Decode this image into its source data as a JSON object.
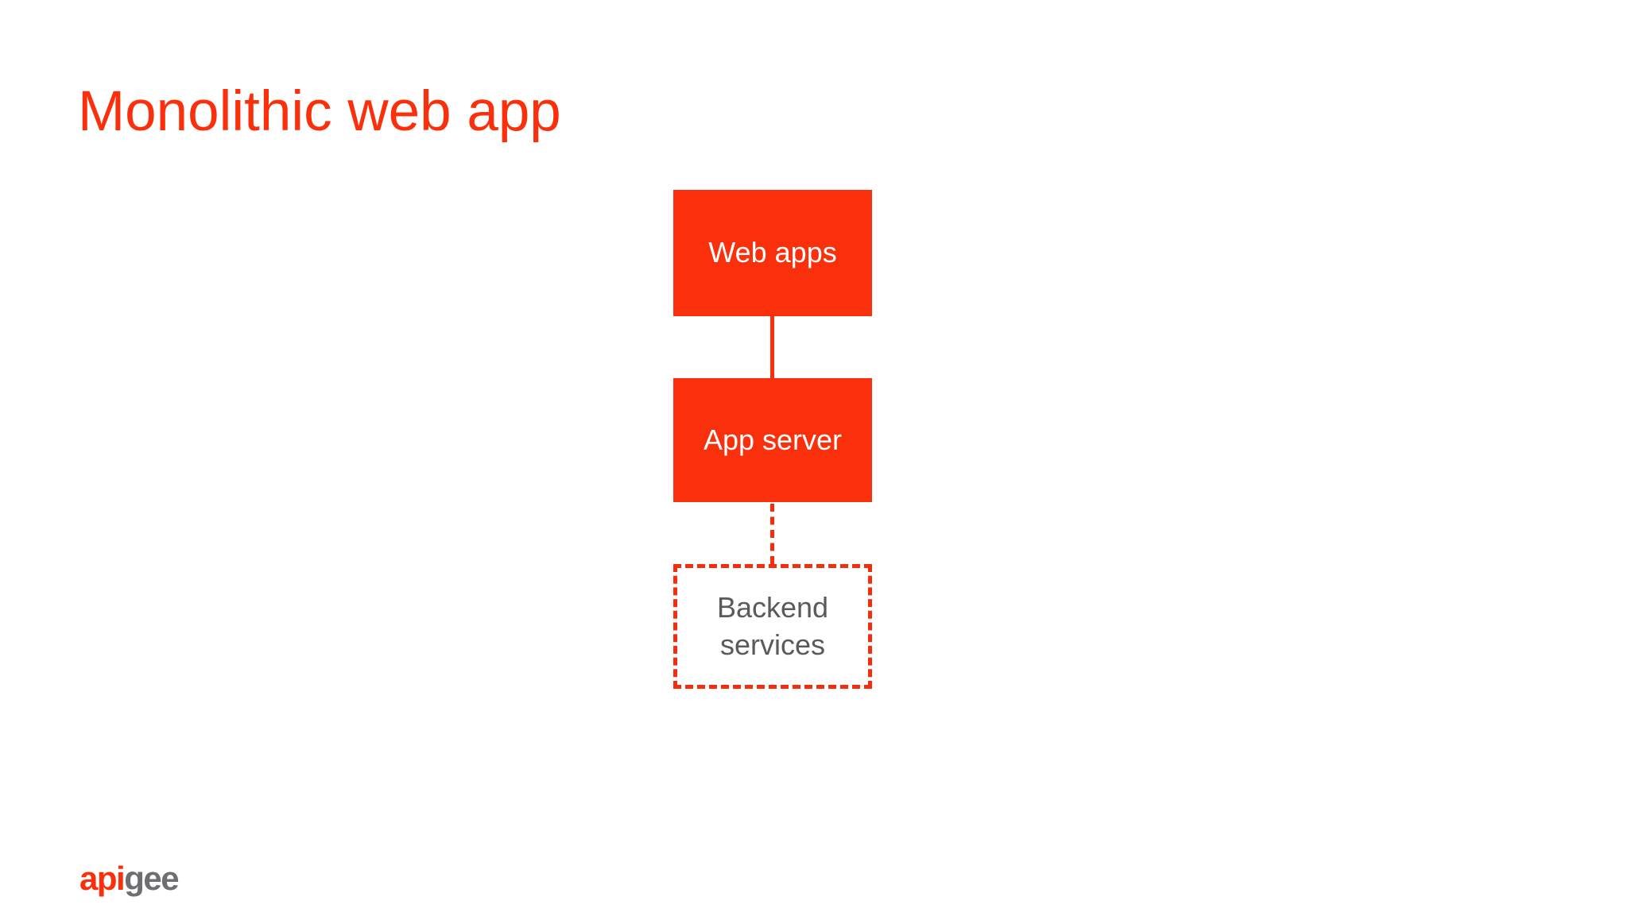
{
  "slide": {
    "title": "Monolithic web app",
    "colors": {
      "accent_red": "#F9300B",
      "dashed_red": "#F32D0E",
      "node_text_white": "#FFFFFF",
      "backend_text_gray": "#595A5C",
      "logo_gray": "#6D6E71",
      "background": "#FFFFFF"
    },
    "diagram": {
      "nodes": [
        {
          "id": "web-apps",
          "label": "Web apps",
          "style": "solid-filled"
        },
        {
          "id": "app-server",
          "label": "App server",
          "style": "solid-filled"
        },
        {
          "id": "backend-services",
          "label": "Backend services",
          "style": "dashed-outline"
        }
      ],
      "connectors": [
        {
          "from": "web-apps",
          "to": "app-server",
          "style": "solid"
        },
        {
          "from": "app-server",
          "to": "backend-services",
          "style": "dashed"
        }
      ]
    },
    "footer": {
      "logo_part1": "api",
      "logo_part2": "gee",
      "logo_full": "apigee"
    }
  }
}
